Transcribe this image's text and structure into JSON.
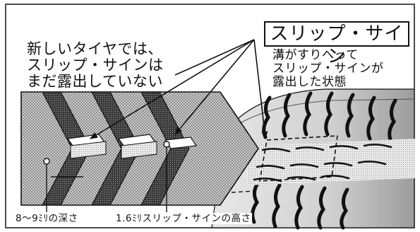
{
  "callouts": {
    "slip_sign_label": "スリップ・サイン",
    "new_tire_note": [
      "新しいタイヤでは、",
      "スリップ・サインは",
      "まだ露出していない"
    ],
    "worn_tire_note": [
      "溝がすりへって",
      "スリップ・サインが",
      "露出した状態"
    ]
  },
  "captions": {
    "groove_depth": "8～9ﾐﾘの深さ",
    "slip_sign_height": "1.6ﾐﾘスリップ・サインの高さ"
  },
  "colors": {
    "ink": "#111111",
    "paper": "#ffffff",
    "tread_gray": "#9a9a9a",
    "tire_gray": "#d6d6d6"
  }
}
